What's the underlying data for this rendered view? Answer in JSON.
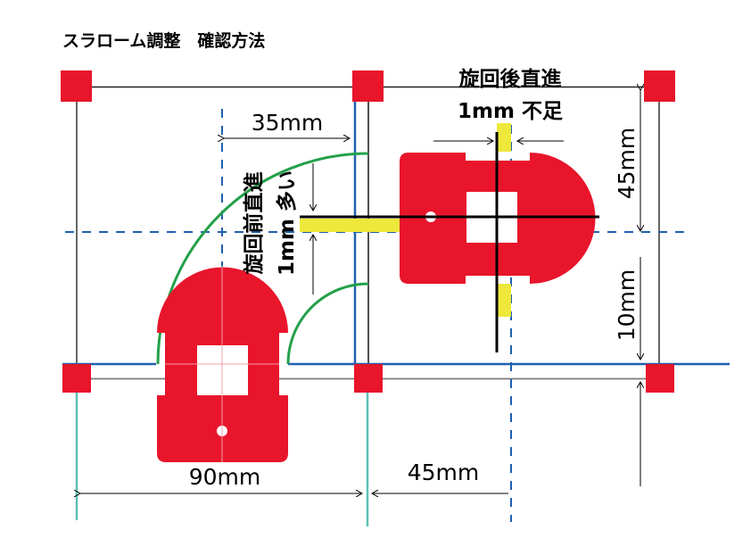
{
  "title": "スラローム調整　確認方法",
  "labels": {
    "after_turn_line1": "旋回後直進",
    "after_turn_line2": "1mm 不足",
    "before_turn_line1": "旋回前直進",
    "before_turn_line2": "1mm 多い",
    "dim_35": "35mm",
    "dim_90": "90mm",
    "dim_45_bottom": "45mm",
    "dim_45_right": "45mm",
    "dim_10": "10mm"
  },
  "colors": {
    "robot": "#e8152b",
    "post": "#e8152b",
    "path": "#24a04a",
    "wall_line": "#2060b0",
    "offset_mark": "#ede83a",
    "teal": "#5cc0b8"
  }
}
